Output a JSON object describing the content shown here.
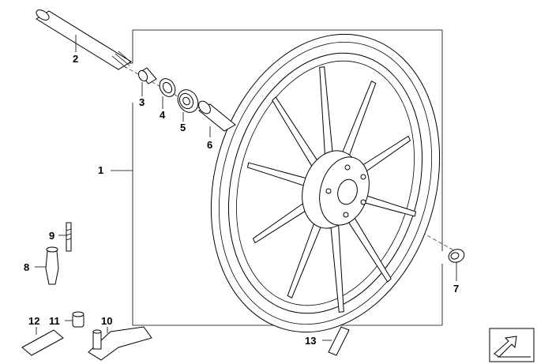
{
  "callouts": {
    "c1": "1",
    "c2": "2",
    "c3": "3",
    "c4": "4",
    "c5": "5",
    "c6": "6",
    "c7": "7",
    "c8": "8",
    "c9": "9",
    "c10": "10",
    "c11": "11",
    "c12": "12",
    "c13": "13"
  },
  "icons": {
    "navigation": "arrow-nav-icon"
  }
}
